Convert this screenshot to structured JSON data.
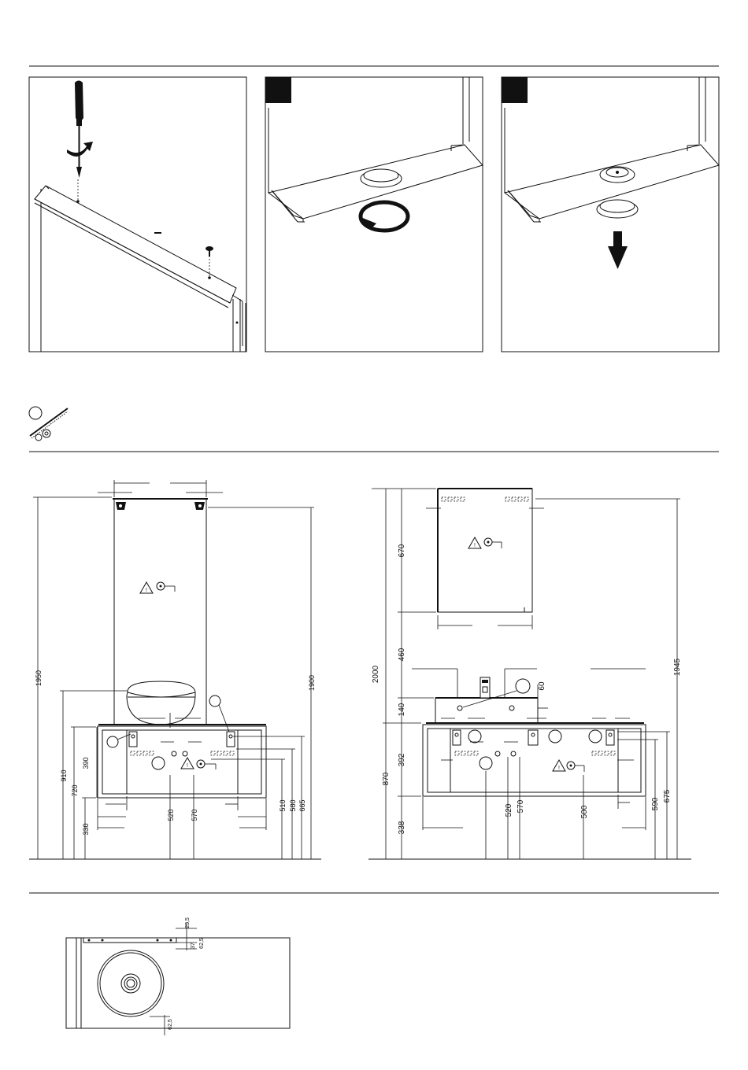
{
  "panels": {
    "step2_label": "",
    "step3_label": ""
  },
  "front_view": {
    "dims": {
      "total_height": "1950",
      "mirror_top_height": "1900",
      "basin_height": "910",
      "cabinet_top": "720",
      "cabinet_bottom": "330",
      "cabinet_height": "390",
      "drain_offset": "520",
      "socket_offset": "570",
      "d510": "510",
      "d580": "580",
      "d665": "665"
    }
  },
  "side_view": {
    "dims": {
      "total_height": "2000",
      "total_height_right": "1945",
      "mirror_height": "670",
      "gap_460": "460",
      "basin_140": "140",
      "cabinet_392": "392",
      "height_870": "870",
      "bottom_338": "338",
      "d520": "520",
      "d570": "570",
      "d500": "500",
      "d590": "590",
      "d675": "675",
      "d60": "60"
    }
  },
  "top_view": {
    "dims": {
      "d25_5": "25,5",
      "d37": "37",
      "d62_5_top": "62,5",
      "d62_5_bottom": "62,5"
    }
  }
}
